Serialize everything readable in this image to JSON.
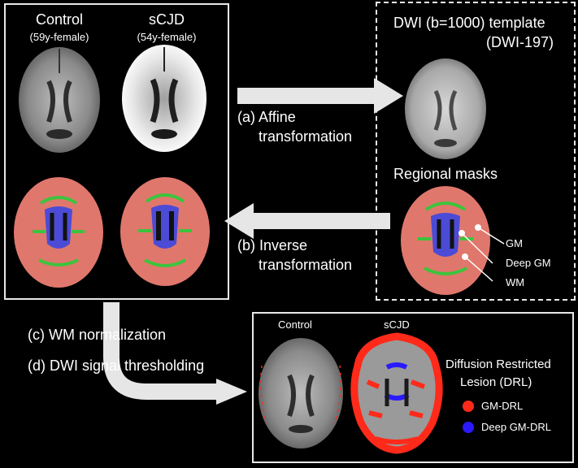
{
  "left_panel": {
    "control_title": "Control",
    "control_sub": "(59y-female)",
    "scjd_title": "sCJD",
    "scjd_sub": "(54y-female)"
  },
  "right_panel": {
    "template_title": "DWI (b=1000) template",
    "template_sub": "(DWI-197)",
    "masks_title": "Regional masks",
    "mask_labels": [
      "GM",
      "Deep GM",
      "WM"
    ]
  },
  "steps": {
    "a_line1": "(a) Affine",
    "a_line2": "transformation",
    "b_line1": "(b) Inverse",
    "b_line2": "transformation",
    "c": "(c) WM normalization",
    "d": "(d) DWI signal thresholding"
  },
  "bottom_panel": {
    "control_title": "Control",
    "scjd_title": "sCJD",
    "legend_title_line1": "Diffusion Restricted",
    "legend_title_line2": "Lesion (DRL)",
    "legend": [
      {
        "label": "GM-DRL",
        "color": "#ff2a1a"
      },
      {
        "label": "Deep GM-DRL",
        "color": "#2a1aff"
      }
    ]
  },
  "colors": {
    "gm_mask": "#e0776c",
    "deep_gm_mask": "#4b4bd6",
    "wm_mask": "#3cc43c",
    "arrow": "#e6e6e6"
  }
}
